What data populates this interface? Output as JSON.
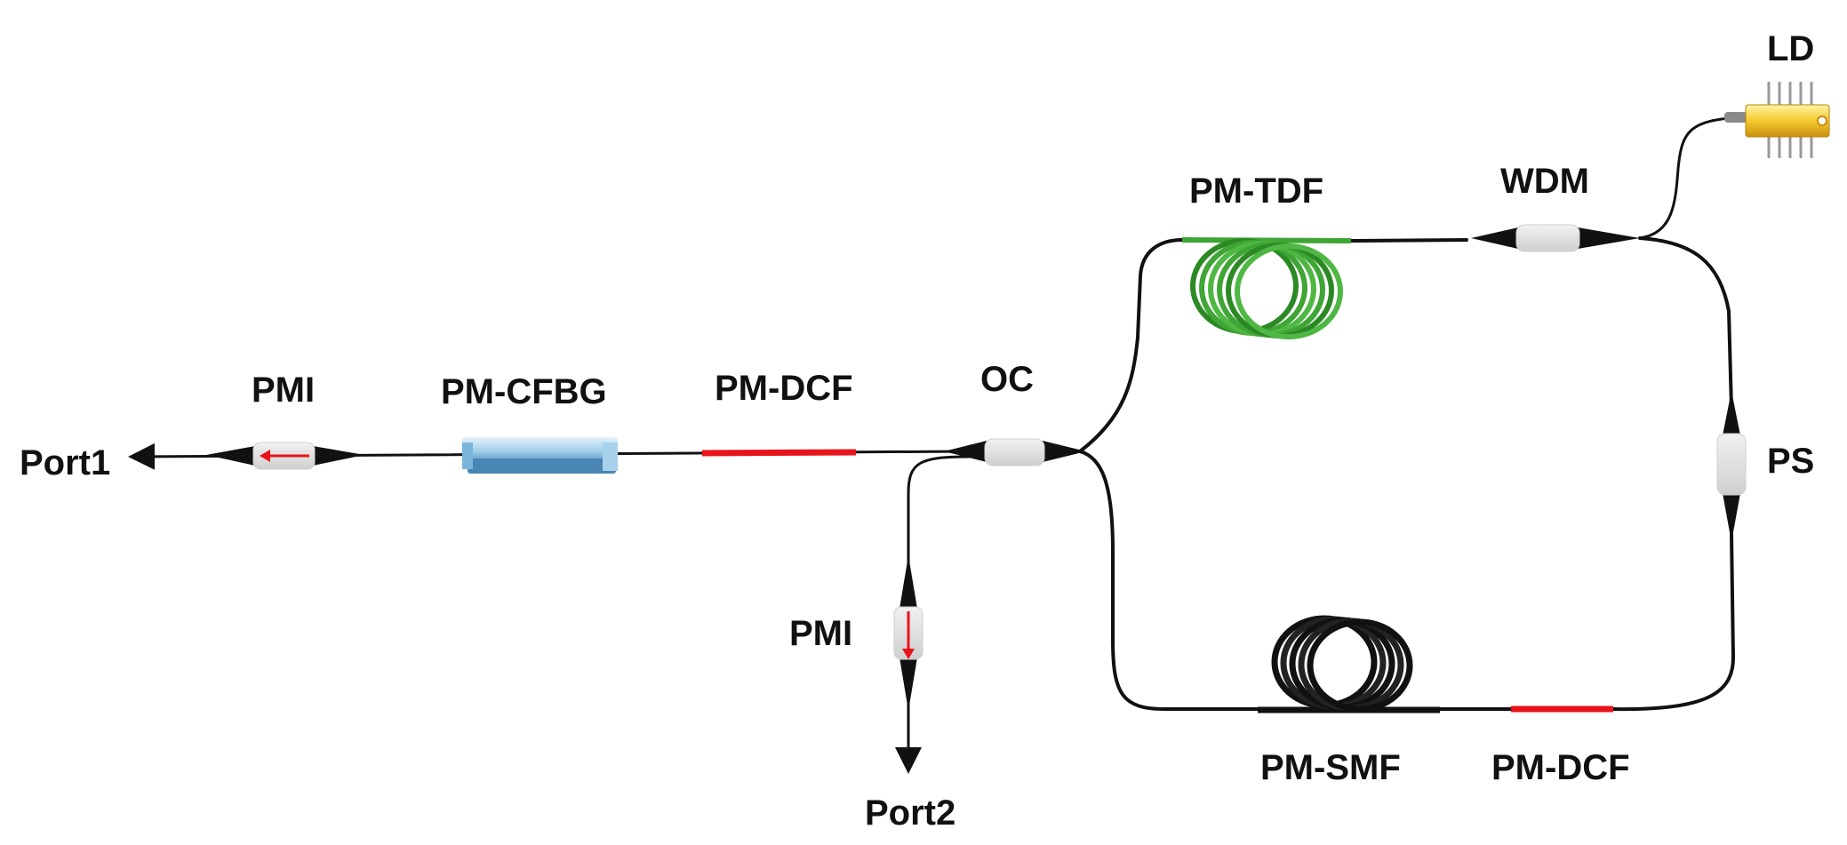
{
  "labels": {
    "ld": "LD",
    "pm_tdf": "PM-TDF",
    "wdm": "WDM",
    "pmi_top": "PMI",
    "pm_cfbg": "PM-CFBG",
    "pm_dcf_top": "PM-DCF",
    "oc": "OC",
    "port1": "Port1",
    "ps": "PS",
    "pmi_bottom": "PMI",
    "pm_smf": "PM-SMF",
    "pm_dcf_bottom": "PM-DCF",
    "port2": "Port2"
  },
  "colors": {
    "fiber": "#111111",
    "dcf": "#e8141b",
    "tdf": "#3fa535",
    "isolator_arrow": "#e8141b",
    "coupler_body": "#dcdcdc",
    "cfbg": "#8fc6e8",
    "ld_body": "#f2c230"
  },
  "icons": [
    "laser-diode-icon",
    "fiber-coil-icon",
    "coupler-icon",
    "isolator-icon",
    "grating-icon",
    "polarization-splitter-icon"
  ]
}
